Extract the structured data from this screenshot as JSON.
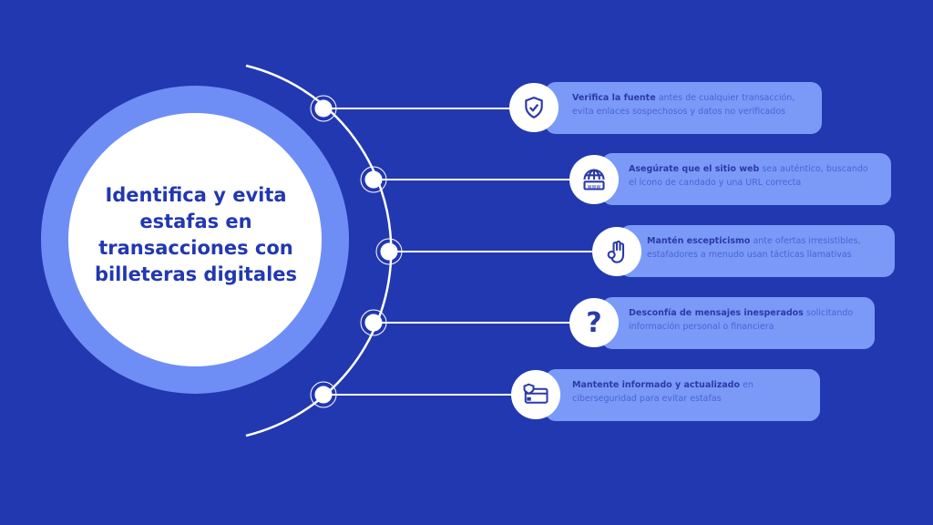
{
  "title": "Identifica y evita estafas en transacciones con billeteras digitales",
  "colors": {
    "background": "#2238b0",
    "card": "#7b9af8",
    "ring": "#6f8ef5"
  },
  "tips": [
    {
      "bold": "Verifica la fuente",
      "text": " antes de cualquier transacción, evita enlaces sospechosos y datos no verificados",
      "icon": "shield-check-icon"
    },
    {
      "bold": "Asegúrate que el sitio web",
      "text": " sea auténtico, buscando el ícono de candado y una URL correcta",
      "icon": "globe-www-icon"
    },
    {
      "bold": "Mantén escepticismo",
      "text": " ante ofertas irresistibles, estafadores a menudo usan tácticas llamativas",
      "icon": "hand-stop-icon"
    },
    {
      "bold": "Desconfía de mensajes inesperados",
      "text": " solicitando información personal o financiera",
      "icon": "question-mark-icon"
    },
    {
      "bold": "Mantente informado y actualizado",
      "text": " en ciberseguridad para evitar estafas",
      "icon": "secure-card-icon"
    }
  ]
}
